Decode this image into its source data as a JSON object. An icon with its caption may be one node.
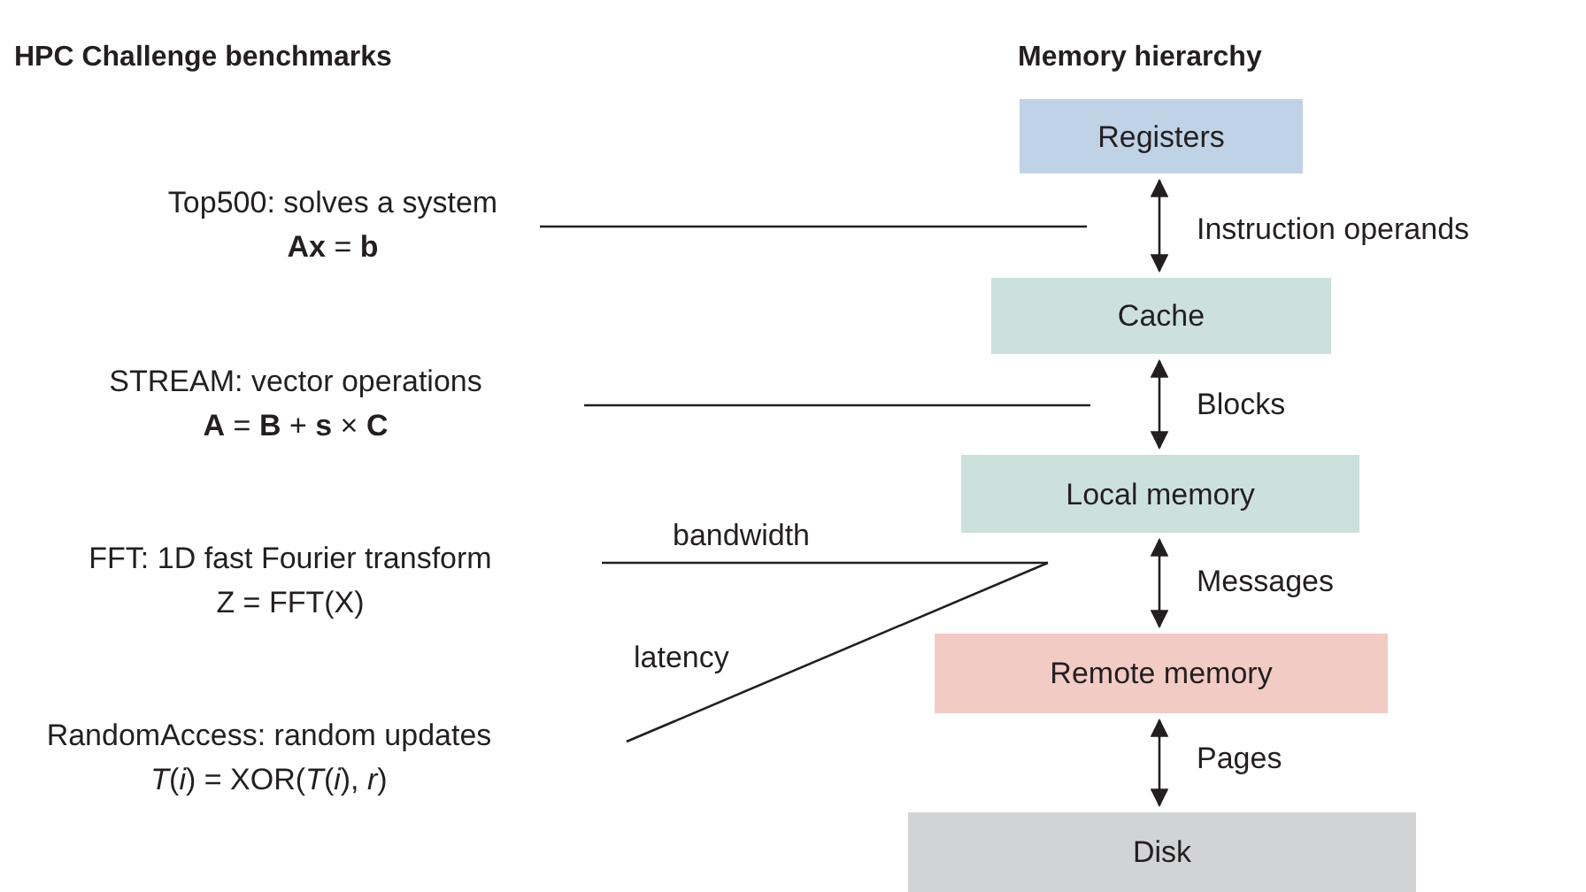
{
  "diagram": {
    "nodes": [
      {
        "text": [
          "Registers"
        ]
      },
      {
        "text": [
          "Cache"
        ]
      },
      {
        "text": [
          "Local memory"
        ]
      },
      {
        "text": [
          "Remote memory"
        ]
      },
      {
        "text": [
          "Disk"
        ]
      },
      {
        "text": [
          "Top500: solves a system",
          "**Ax** = **b**"
        ]
      },
      {
        "text": [
          "STREAM: vector operations",
          "**A** = **B** + **s** × **C**"
        ]
      },
      {
        "text": [
          "FFT: 1D fast Fourier transform",
          "Z = FFT(X)"
        ]
      },
      {
        "text": [
          "RandomAccess: random updates",
          "*T*(*i*) = XOR(*T*(*i*), *r*)"
        ]
      }
    ],
    "edges": [
      {
        "from": 0,
        "to": 1,
        "arrow": "both",
        "label": "Instruction operands"
      },
      {
        "from": 1,
        "to": 2,
        "arrow": "both",
        "label": "Blocks"
      },
      {
        "from": 2,
        "to": 3,
        "arrow": "both",
        "label": "Messages"
      },
      {
        "from": 3,
        "to": 4,
        "arrow": "both",
        "label": "Pages"
      },
      {
        "from": 5,
        "to": null,
        "arrow": "none"
      },
      {
        "from": 6,
        "to": null,
        "arrow": "none"
      },
      {
        "from": 7,
        "to": null,
        "arrow": "none",
        "label": "bandwidth"
      },
      {
        "from": 8,
        "to": null,
        "arrow": "none",
        "label": "latency"
      }
    ],
    "labels": [
      "HPC Challenge benchmarks",
      "Memory hierarchy"
    ]
  }
}
